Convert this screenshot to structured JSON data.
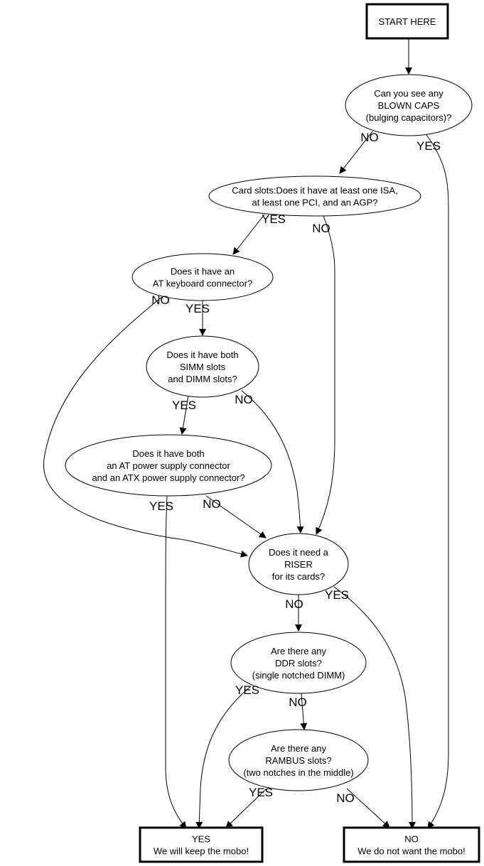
{
  "diagram": {
    "type": "flowchart",
    "nodes": [
      {
        "id": "start",
        "shape": "box",
        "lines": [
          "START HERE"
        ]
      },
      {
        "id": "blown_caps",
        "shape": "ellipse",
        "lines": [
          "Can you see any",
          "BLOWN CAPS",
          "(bulging capacitors)?"
        ]
      },
      {
        "id": "card_slots",
        "shape": "ellipse",
        "lines": [
          "Card slots:Does it have at least one ISA,",
          "at least one PCI, and an AGP?"
        ]
      },
      {
        "id": "at_keyboard",
        "shape": "ellipse",
        "lines": [
          "Does it have an",
          "AT keyboard connector?"
        ]
      },
      {
        "id": "simm_dimm",
        "shape": "ellipse",
        "lines": [
          "Does it have both",
          "SIMM slots",
          "and DIMM slots?"
        ]
      },
      {
        "id": "at_atx_power",
        "shape": "ellipse",
        "lines": [
          "Does it have both",
          "an AT power supply connector",
          "and an ATX power supply connector?"
        ]
      },
      {
        "id": "riser",
        "shape": "ellipse",
        "lines": [
          "Does it need a",
          "RISER",
          "for its cards?"
        ]
      },
      {
        "id": "ddr",
        "shape": "ellipse",
        "lines": [
          "Are there any",
          "DDR slots?",
          "(single notched DIMM)"
        ]
      },
      {
        "id": "rambus",
        "shape": "ellipse",
        "lines": [
          "Are there any",
          "RAMBUS slots?",
          "(two notches in the middle)"
        ]
      },
      {
        "id": "keep",
        "shape": "box",
        "lines": [
          "YES",
          "We will keep the mobo!"
        ]
      },
      {
        "id": "reject",
        "shape": "box",
        "lines": [
          "NO",
          "We do not want the mobo!"
        ]
      }
    ],
    "edges": [
      {
        "from": "start",
        "to": "blown_caps",
        "label": ""
      },
      {
        "from": "blown_caps",
        "to": "card_slots",
        "label": "NO"
      },
      {
        "from": "blown_caps",
        "to": "reject",
        "label": "YES"
      },
      {
        "from": "card_slots",
        "to": "at_keyboard",
        "label": "YES"
      },
      {
        "from": "card_slots",
        "to": "riser",
        "label": "NO"
      },
      {
        "from": "at_keyboard",
        "to": "riser",
        "label": "NO"
      },
      {
        "from": "at_keyboard",
        "to": "simm_dimm",
        "label": "YES"
      },
      {
        "from": "simm_dimm",
        "to": "at_atx_power",
        "label": "YES"
      },
      {
        "from": "simm_dimm",
        "to": "riser",
        "label": "NO"
      },
      {
        "from": "at_atx_power",
        "to": "keep",
        "label": "YES"
      },
      {
        "from": "at_atx_power",
        "to": "riser",
        "label": "NO"
      },
      {
        "from": "riser",
        "to": "ddr",
        "label": "NO"
      },
      {
        "from": "riser",
        "to": "reject",
        "label": "YES"
      },
      {
        "from": "ddr",
        "to": "keep",
        "label": "YES"
      },
      {
        "from": "ddr",
        "to": "rambus",
        "label": "NO"
      },
      {
        "from": "rambus",
        "to": "keep",
        "label": "YES"
      },
      {
        "from": "rambus",
        "to": "reject",
        "label": "NO"
      }
    ]
  }
}
